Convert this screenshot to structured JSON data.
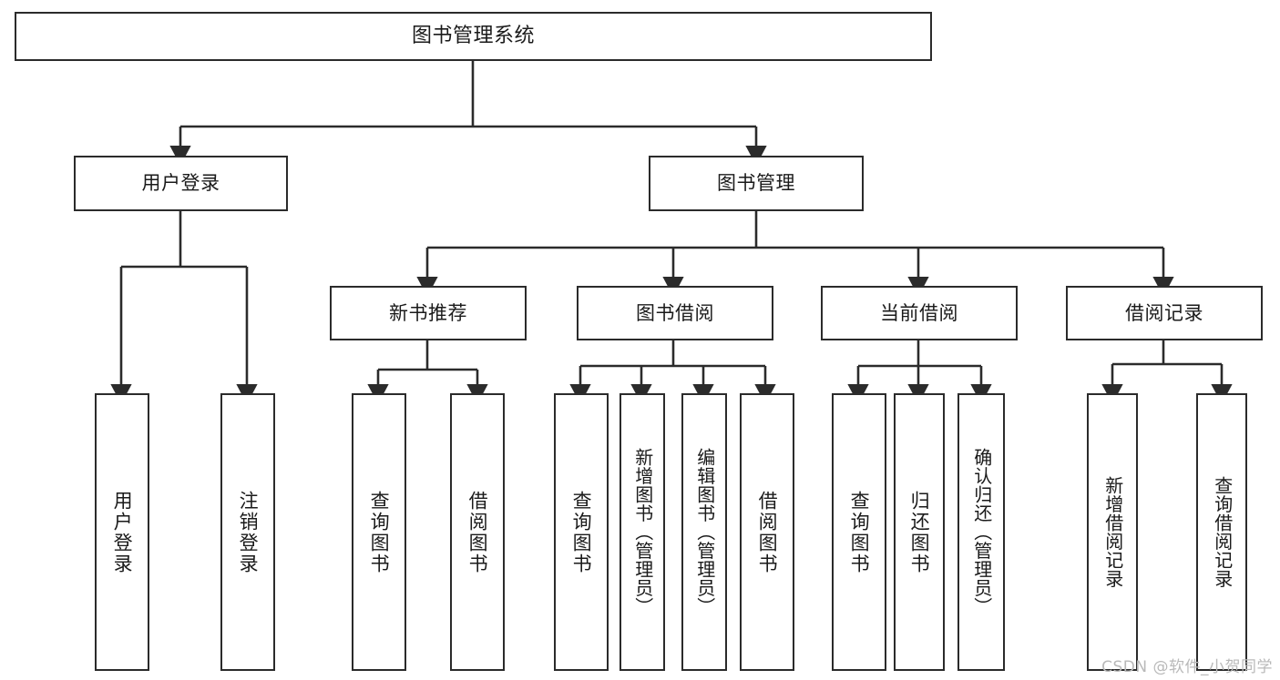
{
  "diagram": {
    "type": "tree-hierarchy",
    "title": "图书管理系统",
    "background_color": "#ffffff",
    "line_color": "#2b2b2b",
    "text_color": "#1a1a1a"
  },
  "nodes": {
    "root": {
      "label": "图书管理系统",
      "level": 0
    },
    "level1": [
      {
        "id": "user-login",
        "label": "用户登录"
      },
      {
        "id": "book-management",
        "label": "图书管理"
      }
    ],
    "level2": [
      {
        "id": "new-book-recommend",
        "label": "新书推荐",
        "parent": "book-management"
      },
      {
        "id": "book-borrow",
        "label": "图书借阅",
        "parent": "book-management"
      },
      {
        "id": "current-borrow",
        "label": "当前借阅",
        "parent": "book-management"
      },
      {
        "id": "borrow-record",
        "label": "借阅记录",
        "parent": "book-management"
      }
    ],
    "leaves": [
      {
        "id": "leaf-user-login",
        "label": "用户登录",
        "parent": "user-login"
      },
      {
        "id": "leaf-logout",
        "label": "注销登录",
        "parent": "user-login"
      },
      {
        "id": "leaf-query-book-1",
        "label": "查询图书",
        "parent": "new-book-recommend"
      },
      {
        "id": "leaf-borrow-book-1",
        "label": "借阅图书",
        "parent": "new-book-recommend"
      },
      {
        "id": "leaf-query-book-2",
        "label": "查询图书",
        "parent": "book-borrow"
      },
      {
        "id": "leaf-add-book",
        "label": "新增图书（管理员）",
        "parent": "book-borrow"
      },
      {
        "id": "leaf-edit-book",
        "label": "编辑图书（管理员）",
        "parent": "book-borrow"
      },
      {
        "id": "leaf-borrow-book-2",
        "label": "借阅图书",
        "parent": "book-borrow"
      },
      {
        "id": "leaf-query-book-3",
        "label": "查询图书",
        "parent": "current-borrow"
      },
      {
        "id": "leaf-return-book",
        "label": "归还图书",
        "parent": "current-borrow"
      },
      {
        "id": "leaf-confirm-return",
        "label": "确认归还（管理员）",
        "parent": "current-borrow"
      },
      {
        "id": "leaf-add-record",
        "label": "新增借阅记录",
        "parent": "borrow-record"
      },
      {
        "id": "leaf-query-record",
        "label": "查询借阅记录",
        "parent": "borrow-record"
      }
    ]
  },
  "watermark": {
    "text": "CSDN @软件_小贺同学"
  }
}
